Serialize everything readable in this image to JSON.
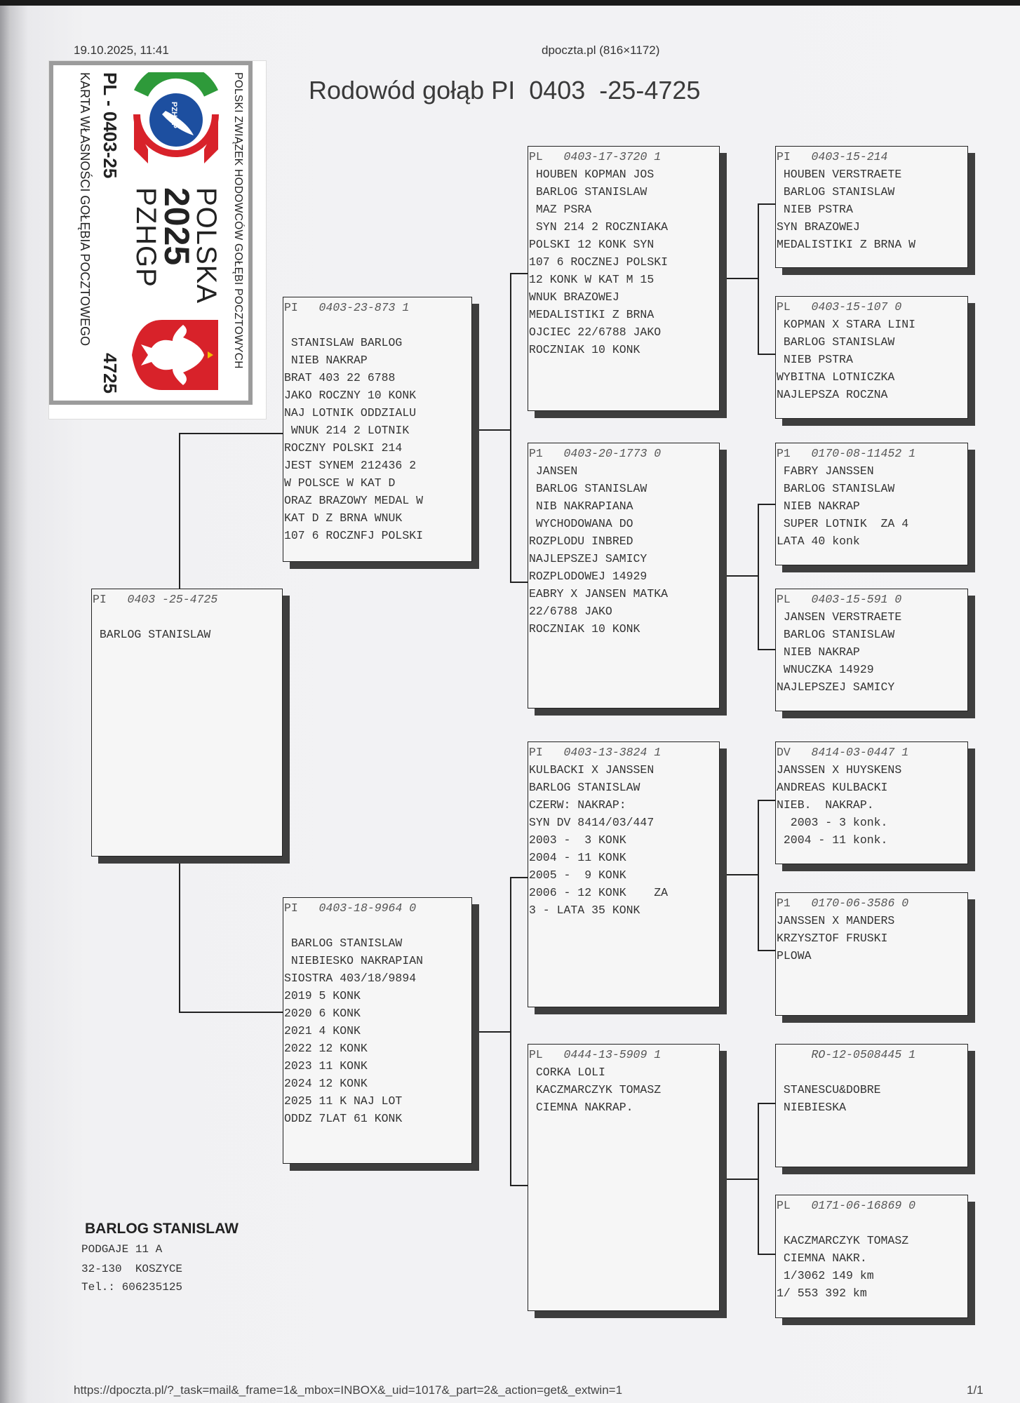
{
  "print_header": {
    "date": "19.10.2025, 11:41",
    "source": "dpoczta.pl (816×1172)"
  },
  "title": "Rodowód gołąb PI  0403  -25-4725",
  "card": {
    "top_text": "POLSKI ZWIĄZEK HODOWCÓW GOŁĘBI POCZTOWYCH",
    "line1": "POLSKA",
    "line2": "2025",
    "line3": "PZHGP",
    "ring": "PL - 0403-25",
    "number": "4725",
    "bottom_text": "KARTA WŁASNOŚCI GOŁĘBIA POCZTOWEGO",
    "logo_text": "PZHGP",
    "colors": {
      "green": "#2e9a3a",
      "blue": "#1d4fa0",
      "red": "#d8222a"
    }
  },
  "boxes": [
    {
      "id": "subject",
      "prefix": "PI",
      "ring": "0403 -25-4725",
      "lines": [
        " BARLOG STANISLAW"
      ]
    },
    {
      "id": "sire",
      "prefix": "PI",
      "ring": "0403-23-873 1",
      "lines": [
        " STANISLAW BARLOG",
        " NIEB NAKRAP",
        "BRAT 403 22 6788",
        "JAKO ROCZNY 10 KONK",
        "NAJ LOTNIK ODDZIALU",
        " WNUK 214 2 LOTNIK",
        "ROCZNY POLSKI 214",
        "JEST SYNEM 212436 2",
        "W POLSCE W KAT D",
        "ORAZ BRAZOWY MEDAL W",
        "KAT D Z BRNA WNUK",
        "107 6 ROCZNFJ POLSKI"
      ]
    },
    {
      "id": "dam",
      "prefix": "PI",
      "ring": "0403-18-9964 0",
      "lines": [
        " BARLOG STANISLAW",
        " NIEBIESKO NAKRAPIAN",
        "SIOSTRA 403/18/9894",
        "2019 5 KONK",
        "2020 6 KONK",
        "2021 4 KONK",
        "2022 12 KONK",
        "2023 11 KONK",
        "2024 12 KONK",
        "2025 11 K NAJ LOT",
        "ODDZ 7LAT 61 KONK"
      ]
    },
    {
      "id": "ss",
      "prefix": "PL",
      "ring": "0403-17-3720 1",
      "lines": [
        " HOUBEN KOPMAN JOS",
        " BARLOG STANISLAW",
        " MAZ PSRA",
        " SYN 214 2 ROCZNIAKA",
        "POLSKI 12 KONK SYN",
        "107 6 ROCZNEJ POLSKI",
        "12 KONK W KAT M 15",
        "WNUK BRAZOWEJ",
        "MEDALISTIKI Z BRNA",
        "OJCIEC 22/6788 JAKO",
        "ROCZNIAK 10 KONK"
      ]
    },
    {
      "id": "sd",
      "prefix": "P1",
      "ring": "0403-20-1773 0",
      "lines": [
        " JANSEN",
        " BARLOG STANISLAW",
        " NIB NAKRAPIANA",
        " WYCHODOWANA DO",
        "ROZPLODU INBRED",
        "NAJLEPSZEJ SAMICY",
        "ROZPLODOWEJ 14929",
        "EABRY X JANSEN MATKA",
        "22/6788 JAKO",
        "ROCZNIAK 10 KONK"
      ]
    },
    {
      "id": "ds",
      "prefix": "PI",
      "ring": "0403-13-3824 1",
      "lines": [
        "KULBACKI X JANSSEN",
        "BARLOG STANISLAW",
        "CZERW: NAKRAP:",
        "SYN DV 8414/03/447",
        "2003 -  3 KONK",
        "2004 - 11 KONK",
        "2005 -  9 KONK",
        "2006 - 12 KONK    ZA",
        "3 - LATA 35 KONK"
      ]
    },
    {
      "id": "dd",
      "prefix": "PL",
      "ring": "0444-13-5909 1",
      "lines": [
        " CORKA LOLI",
        " KACZMARCZYK TOMASZ",
        " CIEMNA NAKRAP."
      ]
    },
    {
      "id": "sss",
      "prefix": "PI",
      "ring": "0403-15-214",
      "lines": [
        " HOUBEN VERSTRAETE",
        " BARLOG STANISLAW",
        " NIEB PSTRA",
        "SYN BRAZOWEJ",
        "MEDALISTIKI Z BRNA W"
      ]
    },
    {
      "id": "ssd",
      "prefix": "PL",
      "ring": "0403-15-107 0",
      "lines": [
        " KOPMAN X STARA LINI",
        " BARLOG STANISLAW",
        " NIEB PSTRA",
        "WYBITNA LOTNICZKA",
        "NAJLEPSZA ROCZNA"
      ]
    },
    {
      "id": "sds",
      "prefix": "P1",
      "ring": "0170-08-11452 1",
      "lines": [
        " FABRY JANSSEN",
        " BARLOG STANISLAW",
        " NIEB NAKRAP",
        " SUPER LOTNIK  ZA 4",
        "LATA 40 konk"
      ]
    },
    {
      "id": "sdd",
      "prefix": "PL",
      "ring": "0403-15-591 0",
      "lines": [
        " JANSEN VERSTRAETE",
        " BARLOG STANISLAW",
        " NIEB NAKRAP",
        " WNUCZKA 14929",
        "NAJLEPSZEJ SAMICY"
      ]
    },
    {
      "id": "dss",
      "prefix": "DV",
      "ring": "8414-03-0447 1",
      "lines": [
        "JANSSEN X HUYSKENS",
        "ANDREAS KULBACKI",
        "NIEB.  NAKRAP.",
        "  2003 - 3 konk.",
        " 2004 - 11 konk."
      ]
    },
    {
      "id": "dsd",
      "prefix": "P1",
      "ring": "0170-06-3586 0",
      "lines": [
        "JANSSEN X MANDERS",
        "KRZYSZTOF FRUSKI",
        "PLOWA"
      ]
    },
    {
      "id": "dds",
      "prefix": "",
      "ring": "     RO-12-0508445 1",
      "lines": [
        " STANESCU&DOBRE",
        " NIEBIESKA"
      ]
    },
    {
      "id": "ddd",
      "prefix": "PL",
      "ring": "0171-06-16869 0",
      "lines": [
        " KACZMARCZYK TOMASZ",
        " CIEMNA NAKR.",
        " 1/3062 149 km",
        "1/ 553 392 km"
      ]
    }
  ],
  "owner": {
    "name": "BARLOG STANISLAW",
    "street": "PODGAJE 11 A",
    "city": "32-130  KOSZYCE",
    "phone": "Tel.: 606235125"
  },
  "print_footer": {
    "url": "https://dpoczta.pl/?_task=mail&_frame=1&_mbox=INBOX&_uid=1017&_part=2&_action=get&_extwin=1",
    "page": "1/1"
  }
}
